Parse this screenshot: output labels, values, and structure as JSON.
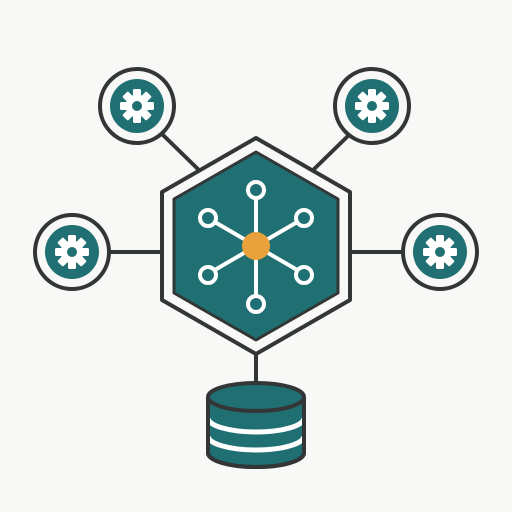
{
  "colors": {
    "background": "#f8f8f7",
    "outline": "#333637",
    "teal": "#1f6f73",
    "white": "#ffffff",
    "hub_accent": "#e9a23b"
  },
  "icons": {
    "hub": "network-hub-icon",
    "satellite": "gear-icon",
    "storage": "database-icon"
  },
  "diagram": {
    "satellites": [
      {
        "name": "gear-node-top-left",
        "icon": "gear-icon"
      },
      {
        "name": "gear-node-top-right",
        "icon": "gear-icon"
      },
      {
        "name": "gear-node-left",
        "icon": "gear-icon"
      },
      {
        "name": "gear-node-right",
        "icon": "gear-icon"
      }
    ],
    "hub": {
      "name": "central-hub",
      "icon": "network-hub-icon"
    },
    "storage": {
      "name": "database",
      "icon": "database-icon"
    }
  }
}
